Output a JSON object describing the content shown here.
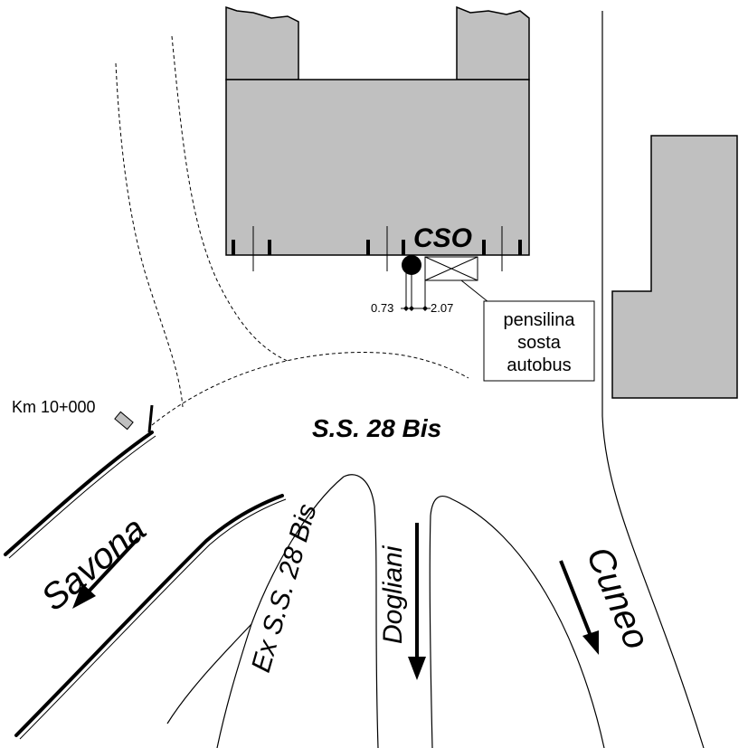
{
  "labels": {
    "cso": "CSO",
    "road_main": "S.S. 28 Bis",
    "km_marker": "Km 10+000",
    "dim_left": "0.73",
    "dim_right": "2.07",
    "shelter_line1": "pensilina",
    "shelter_line2": "sosta",
    "shelter_line3": "autobus",
    "dest_savona": "Savona",
    "dest_ex_road": "Ex S.S. 28 Bis",
    "dest_dogliani": "Dogliani",
    "dest_cuneo": "Cuneo"
  },
  "colors": {
    "building_fill": "#c0c0c0",
    "line": "#000000",
    "background": "#ffffff"
  }
}
